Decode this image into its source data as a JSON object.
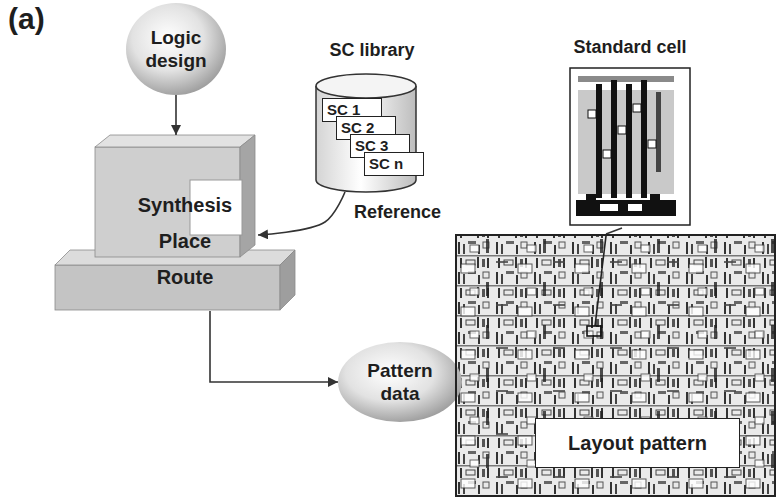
{
  "diagram": {
    "nodes": [
      {
        "text": [
          "Logic design"
        ]
      },
      {
        "text": [
          "SC library"
        ]
      },
      {
        "text": [
          "SC 1"
        ],
        "in": 1
      },
      {
        "text": [
          "SC 2"
        ],
        "in": 1
      },
      {
        "text": [
          "SC 3"
        ],
        "in": 1
      },
      {
        "text": [
          "SC n"
        ],
        "in": 1
      },
      {
        "text": [
          "Standard cell"
        ]
      },
      {
        "text": [
          "Synthesis Place Route"
        ]
      },
      {
        "text": [
          "Pattern data"
        ]
      },
      {
        "text": [
          "Layout pattern"
        ]
      }
    ],
    "edges": [
      {
        "from": 0,
        "to": 7,
        "arrow": "to"
      },
      {
        "from": 1,
        "to": 7,
        "label": "Reference",
        "arrow": "to"
      },
      {
        "from": 7,
        "to": 8,
        "arrow": "to"
      },
      {
        "from": 6,
        "to": 9,
        "arrow": "none"
      }
    ],
    "labels": [
      "(a)"
    ]
  }
}
